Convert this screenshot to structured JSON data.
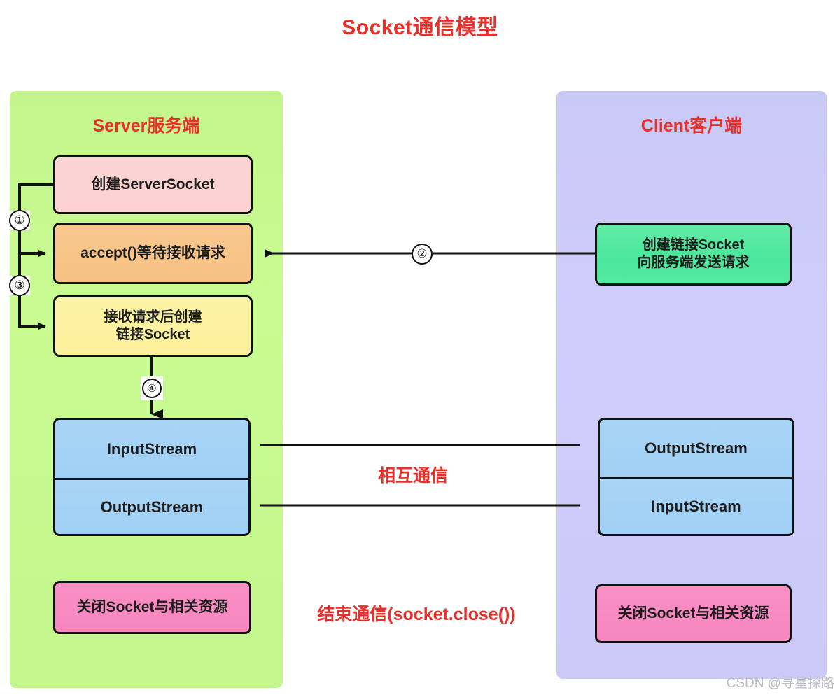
{
  "title": "Socket通信模型",
  "panels": {
    "server": {
      "heading": "Server服务端"
    },
    "client": {
      "heading": "Client客户端"
    }
  },
  "server_boxes": [
    {
      "id": "create-serversocket",
      "text": "创建ServerSocket",
      "color": "#fbd4d2"
    },
    {
      "id": "accept-wait",
      "text": "accept()等待接收请求",
      "color": "#f9c88d"
    },
    {
      "id": "accept-created-socket",
      "line1": "接收请求后创建",
      "line2": "链接Socket",
      "color": "#fcf3a6"
    },
    {
      "id": "server-input-stream",
      "text": "InputStream",
      "color": "#a9d5f6"
    },
    {
      "id": "server-output-stream",
      "text": "OutputStream",
      "color": "#a9d5f6"
    },
    {
      "id": "server-close",
      "text": "关闭Socket与相关资源",
      "color": "#f98fc4"
    }
  ],
  "client_boxes": [
    {
      "id": "client-connect",
      "line1": "创建链接Socket",
      "line2": "向服务端发送请求",
      "color": "#4ae89b"
    },
    {
      "id": "client-output-stream",
      "text": "OutputStream",
      "color": "#a9d5f6"
    },
    {
      "id": "client-input-stream",
      "text": "InputStream",
      "color": "#a9d5f6"
    },
    {
      "id": "client-close",
      "text": "关闭Socket与相关资源",
      "color": "#f98fc4"
    }
  ],
  "steps": [
    {
      "id": "step-1",
      "label": "①"
    },
    {
      "id": "step-2",
      "label": "②"
    },
    {
      "id": "step-3",
      "label": "③"
    },
    {
      "id": "step-4",
      "label": "④"
    }
  ],
  "annotations": {
    "mutual_communication": "相互通信",
    "end_communication": "结束通信(socket.close())"
  },
  "watermark": "CSDN @寻星探路",
  "colors": {
    "accent_red": "#e8302a",
    "server_panel": "#c8fb91",
    "client_panel": "#cdccf8",
    "line": "#111111"
  }
}
